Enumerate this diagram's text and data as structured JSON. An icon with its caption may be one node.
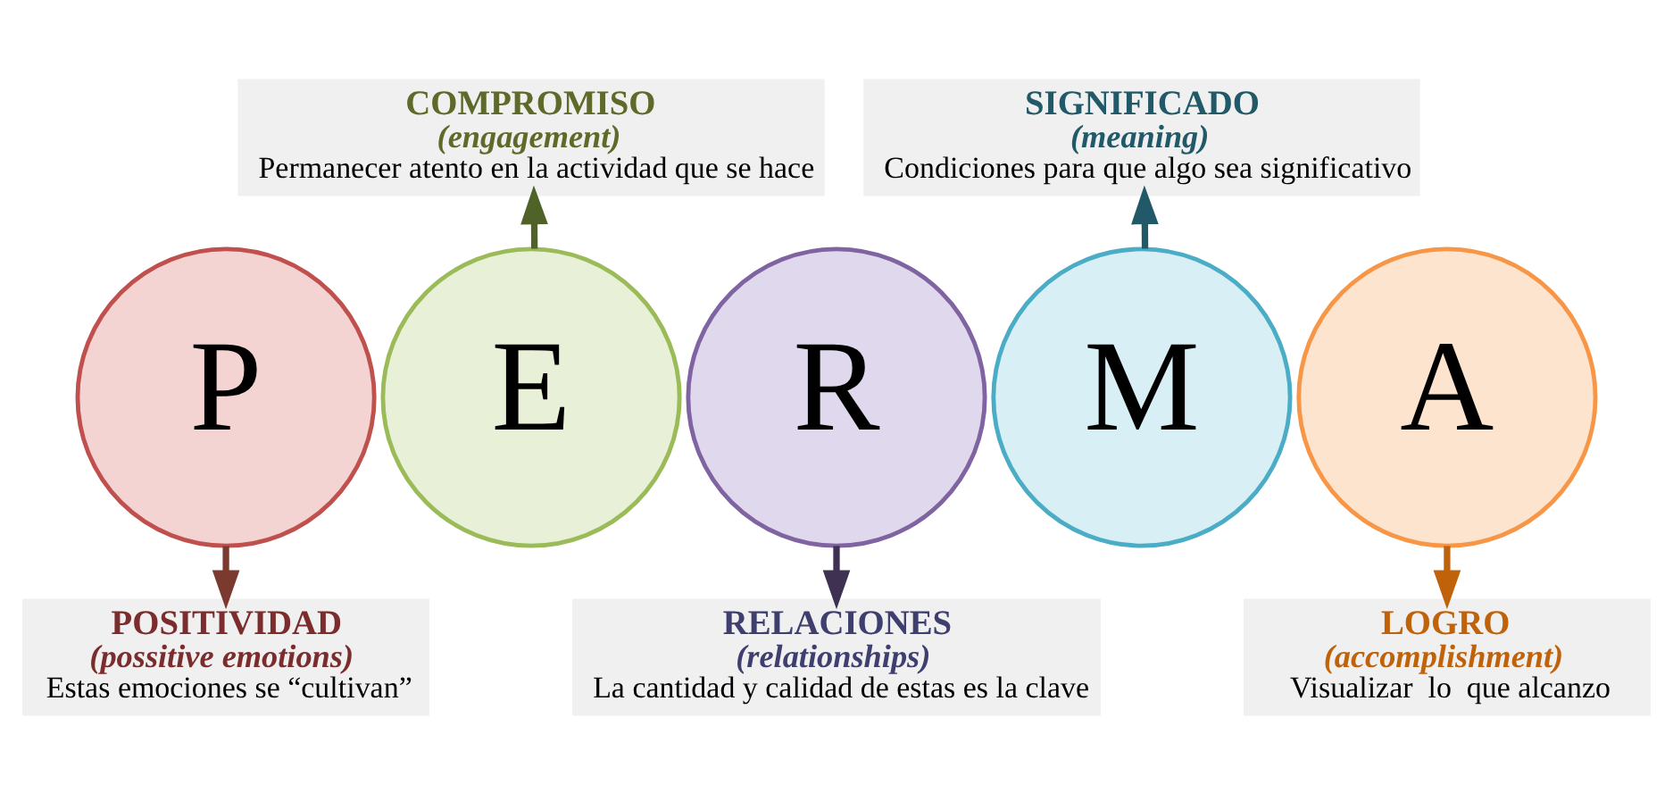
{
  "diagram": {
    "nodes": [
      {
        "text": [
          "P"
        ]
      },
      {
        "text": [
          "E"
        ]
      },
      {
        "text": [
          "R"
        ]
      },
      {
        "text": [
          "M"
        ]
      },
      {
        "text": [
          "A"
        ]
      },
      {
        "text": [
          "POSITIVIDAD",
          "(possitive emotions)",
          "Estas emociones se “cultivan”"
        ]
      },
      {
        "text": [
          "COMPROMISO",
          "(engagement)",
          "Permanecer atento en la actividad que se hace"
        ]
      },
      {
        "text": [
          "RELACIONES",
          "(relationships)",
          "La cantidad y calidad de estas es la clave"
        ]
      },
      {
        "text": [
          "SIGNIFICADO",
          "(meaning)",
          "Condiciones para que algo sea significativo"
        ]
      },
      {
        "text": [
          "LOGRO",
          "(accomplishment)",
          "Visualizar  lo  que alcanzo"
        ]
      }
    ],
    "edges": [
      {
        "from": 0,
        "to": 5,
        "arrow": "to",
        "color": "#7b3a2f"
      },
      {
        "from": 1,
        "to": 6,
        "arrow": "to",
        "color": "#4f6228"
      },
      {
        "from": 2,
        "to": 7,
        "arrow": "to",
        "color": "#3f3151"
      },
      {
        "from": 3,
        "to": 8,
        "arrow": "to",
        "color": "#215968"
      },
      {
        "from": 4,
        "to": 9,
        "arrow": "to",
        "color": "#c0620a"
      }
    ]
  }
}
